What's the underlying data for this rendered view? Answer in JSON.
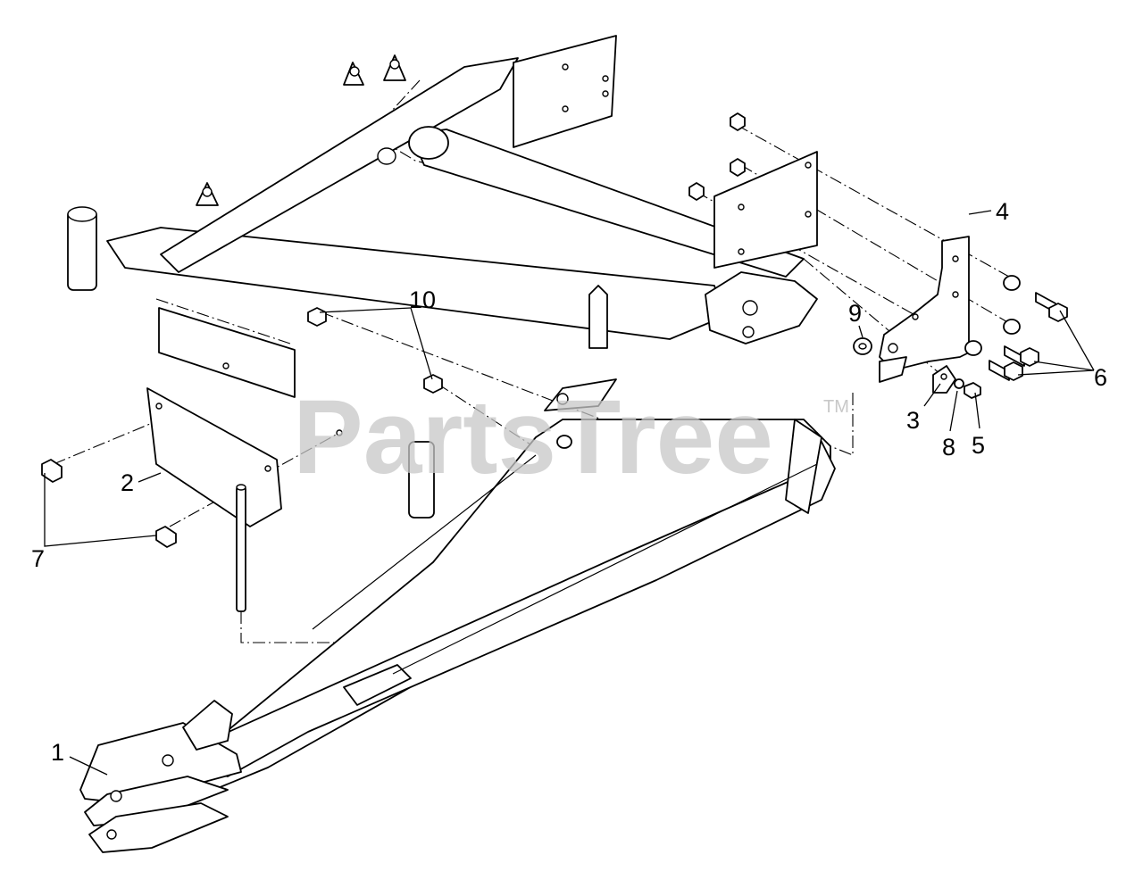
{
  "watermark": {
    "brand": "PartsTree",
    "trademark": "TM"
  },
  "callouts": [
    {
      "id": "1",
      "label": "1"
    },
    {
      "id": "2",
      "label": "2"
    },
    {
      "id": "3",
      "label": "3"
    },
    {
      "id": "4",
      "label": "4"
    },
    {
      "id": "5",
      "label": "5"
    },
    {
      "id": "6",
      "label": "6"
    },
    {
      "id": "7",
      "label": "7"
    },
    {
      "id": "8",
      "label": "8"
    },
    {
      "id": "9",
      "label": "9"
    },
    {
      "id": "10",
      "label": "10"
    }
  ]
}
